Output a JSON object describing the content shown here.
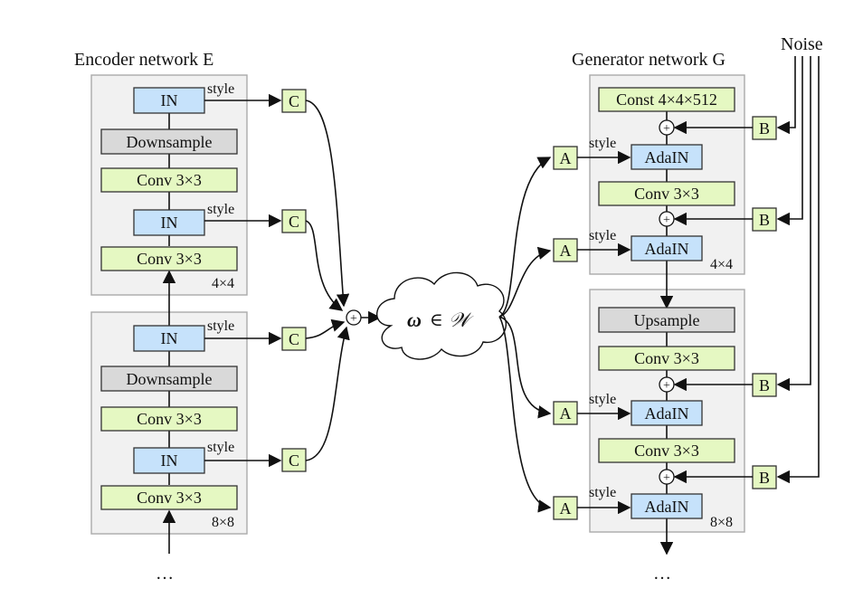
{
  "encoder": {
    "title": "Encoder network E",
    "group1": {
      "resolution": "4×4"
    },
    "group2": {
      "resolution": "8×8"
    },
    "block_in": "IN",
    "block_downsample": "Downsample",
    "block_conv": "Conv 3×3",
    "box_c": "C",
    "style_label": "style",
    "ellipsis": "…"
  },
  "latent": {
    "omega": "ω",
    "in_symbol": "∈",
    "space": "𝒲",
    "sum_symbol": "+"
  },
  "generator": {
    "title": "Generator network G",
    "noise_label": "Noise",
    "group1": {
      "resolution": "4×4"
    },
    "group2": {
      "resolution": "8×8"
    },
    "block_const": "Const 4×4×512",
    "block_adain": "AdaIN",
    "block_conv": "Conv 3×3",
    "block_upsample": "Upsample",
    "box_a": "A",
    "box_b": "B",
    "style_label": "style",
    "sum_symbol": "+",
    "ellipsis": "…"
  },
  "colors": {
    "in_fill": "#c6e2fb",
    "conv_fill": "#e5f8c2",
    "downsample_fill": "#d9d9d9",
    "group_fill": "#f1f1f1",
    "group_stroke": "#aaaaaa"
  }
}
